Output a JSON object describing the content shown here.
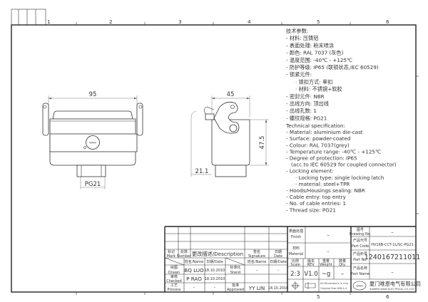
{
  "grid": {
    "columns": [
      "1",
      "2",
      "3",
      "4",
      "5",
      "6"
    ]
  },
  "spec_cn": [
    "技术参数:",
    "- 材料: 压铸铝",
    "- 表面处理: 粉末喷涂",
    "- 颜色: RAL 7037 (灰色)",
    "- 温度范围: -40℃ - +125℃",
    "- 防护等级: IP65 (联锁状态,IEC 60529)",
    "- 锁紧元件:",
    "· 锁扣方式: 单扣",
    "· 材料: 不锈钢+软胶",
    "- 密封元件: NBR",
    "- 出线方向: 顶出线",
    "- 出线孔数: 1",
    "- 螺纹规格: PG21"
  ],
  "spec_en": [
    "Technical specification:",
    "- Material: aluminium die-cast",
    "- Surface: powder-coated",
    "- Colour: RAL 7037(grey)",
    "- Temperature range: -40℃ - +125℃",
    "- Degree of protection: IP65",
    "(acc.to IEC 60529 for coupled connector)",
    "- Locking element:",
    "· Locking type: single locking latch",
    "· material: steel+TPR",
    "- Hoods/Housings sealing: NBR",
    "- Cable entry: top entry",
    "- No. of cable entries: 1",
    "- Thread size: PG21"
  ],
  "dimensions": {
    "width": "95",
    "depth": "45",
    "height": "47.5",
    "offset": "21.1",
    "thread": "PG21"
  },
  "logo_text": "WAIN",
  "title_block": {
    "mark_cn": "标记",
    "mark": "Mark",
    "number_cn": "处数",
    "number": "Number",
    "description": "更改描述/Description",
    "signature_cn": "签名",
    "signature": "Signature",
    "date_cn": "日期",
    "date": "Date",
    "name_hdr": "姓名/Name",
    "date_hdr": "日期/Date",
    "name_hdr2": "姓名/Name",
    "date_hdr2": "日期/Date",
    "drawn_cn": "绘图",
    "drawn": "Drawn",
    "drawn_name": "BQ LUO",
    "drawn_date": "18.10.2010",
    "checked_cn": "审核",
    "checked": "Checked",
    "checked_name": "P RAO",
    "checked_date": "18.10.2010",
    "process_cn": "工艺",
    "process": "Process",
    "process_name": "–",
    "process_date": "–",
    "stand_cn": "标准化",
    "stand": "Stand",
    "stand_name": "–",
    "stand_date": "–",
    "approved_cn": "批准",
    "approved": "Approved",
    "approved_name": "YY LIN",
    "approved_date": "18.10.2010",
    "finish_cn": "表面处理",
    "finish": "Finish",
    "finish_value": "–",
    "material_cn": "材料",
    "material": "Material",
    "material_value": "–",
    "scale_cn": "比例",
    "scale": "Scale",
    "scale_value": "2:3",
    "rev_cn": "版本",
    "rev": "REV.",
    "rev_value": "V1.0",
    "weight_cn": "重量",
    "weight": "Weight",
    "weight_value": "~g",
    "qty_cn": "数量",
    "qty": "Qty.",
    "qty_value": "–",
    "dims_note1": "All Dimensions in mm",
    "dims_note2": "Original Size DIN A 4",
    "drawing_no_cn": "图号",
    "drawing_no": "Drawing No.",
    "drawing_no_value": "–",
    "part_code_cn": "产品代号",
    "part_code": "Part Code",
    "part_code_value": "HV16B-CCT-1L/SC-PG21",
    "part_no_cn": "产品料号",
    "part_no": "Part No.",
    "part_no_value": "1240167211011",
    "part_name_cn": "产品名称",
    "part_name": "Part Name",
    "part_name_value": "–",
    "company_cn": "厦门唯恩电气有限公司",
    "company_en": "XIAMEN WAIN ELECTRICAL CO.,LTD"
  }
}
